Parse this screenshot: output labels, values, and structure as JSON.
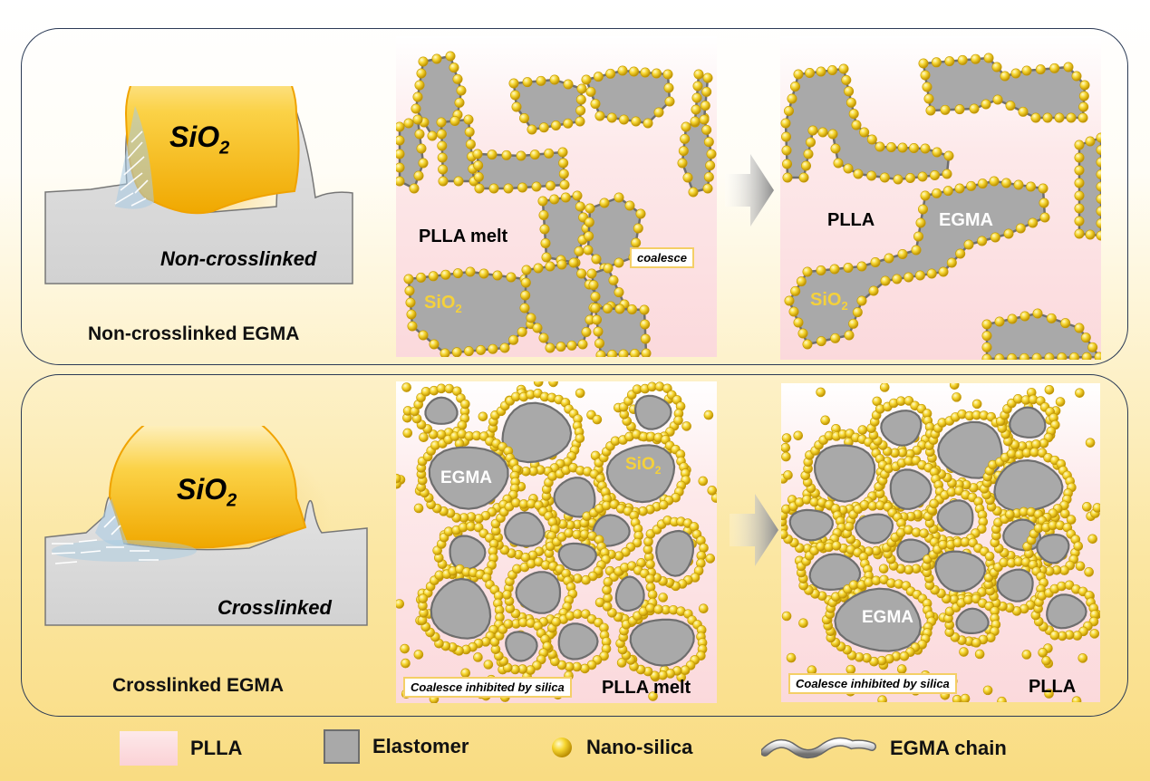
{
  "top_row": {
    "caption": "Non-crosslinked EGMA",
    "illustration": {
      "particle": "SiO",
      "particle_sub": "2",
      "state": "Non-crosslinked"
    },
    "panel_before": {
      "matrix": "PLLA melt",
      "filler": "SiO",
      "filler_sub": "2",
      "note": "coalesce"
    },
    "panel_after": {
      "matrix": "PLLA",
      "elastomer": "EGMA",
      "filler": "SiO",
      "filler_sub": "2"
    }
  },
  "bottom_row": {
    "caption": "Crosslinked EGMA",
    "illustration": {
      "particle": "SiO",
      "particle_sub": "2",
      "state": "Crosslinked"
    },
    "panel_before": {
      "matrix": "PLLA melt",
      "elastomer": "EGMA",
      "filler": "SiO",
      "filler_sub": "2",
      "note": "Coalesce inhibited by silica"
    },
    "panel_after": {
      "matrix": "PLLA",
      "elastomer": "EGMA",
      "note": "Coalesce inhibited by silica"
    }
  },
  "legend": [
    {
      "label": "PLLA",
      "icon": "pink-swatch"
    },
    {
      "label": "Elastomer",
      "icon": "gray-square"
    },
    {
      "label": "Nano-silica",
      "icon": "yellow-sphere"
    },
    {
      "label": "EGMA chain",
      "icon": "wavy-chain"
    }
  ],
  "colors": {
    "outline": "#2b3a55",
    "elastomer": "#a9a9a9",
    "silica": "#f3c81a",
    "sio2_particle": "#f5b800",
    "pink_matrix": "#fbd9dc"
  }
}
